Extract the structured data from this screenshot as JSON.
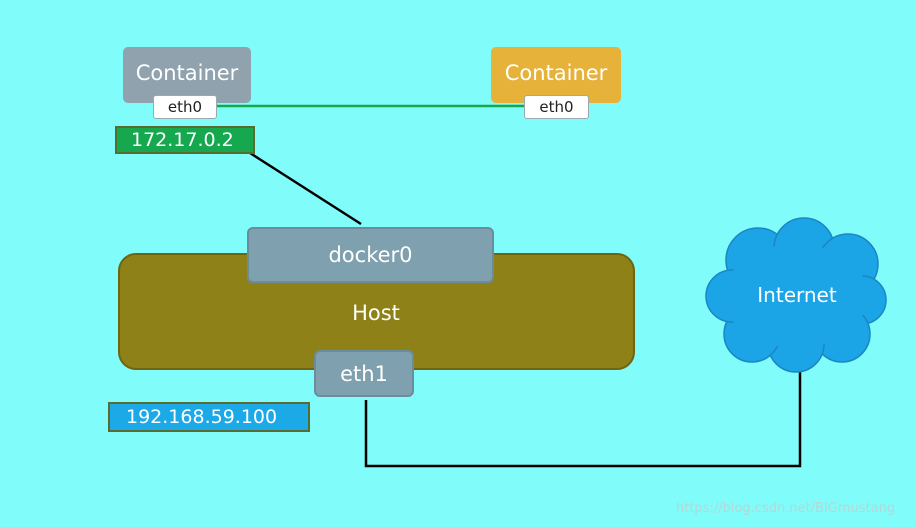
{
  "colors": {
    "background": "#80FCFA",
    "container_left": "#8FA2AE",
    "container_right": "#E6B23A",
    "veth_link": "#17A84A",
    "container_ip_fill": "#16A84F",
    "host_ip_fill": "#1BA9E8",
    "host_fill": "#8E8118",
    "bridge_fill": "#7FA0AE",
    "cloud_fill": "#1BA5E6",
    "wire": "#000000"
  },
  "containers": [
    {
      "label": "Container",
      "interface": "eth0",
      "ip": "172.17.0.2"
    },
    {
      "label": "Container",
      "interface": "eth0"
    }
  ],
  "host": {
    "label": "Host",
    "bridge": "docker0",
    "interface": "eth1",
    "ip": "192.168.59.100"
  },
  "internet": {
    "label": "Internet"
  },
  "watermark": "https://blog.csdn.net/BIGmustang"
}
